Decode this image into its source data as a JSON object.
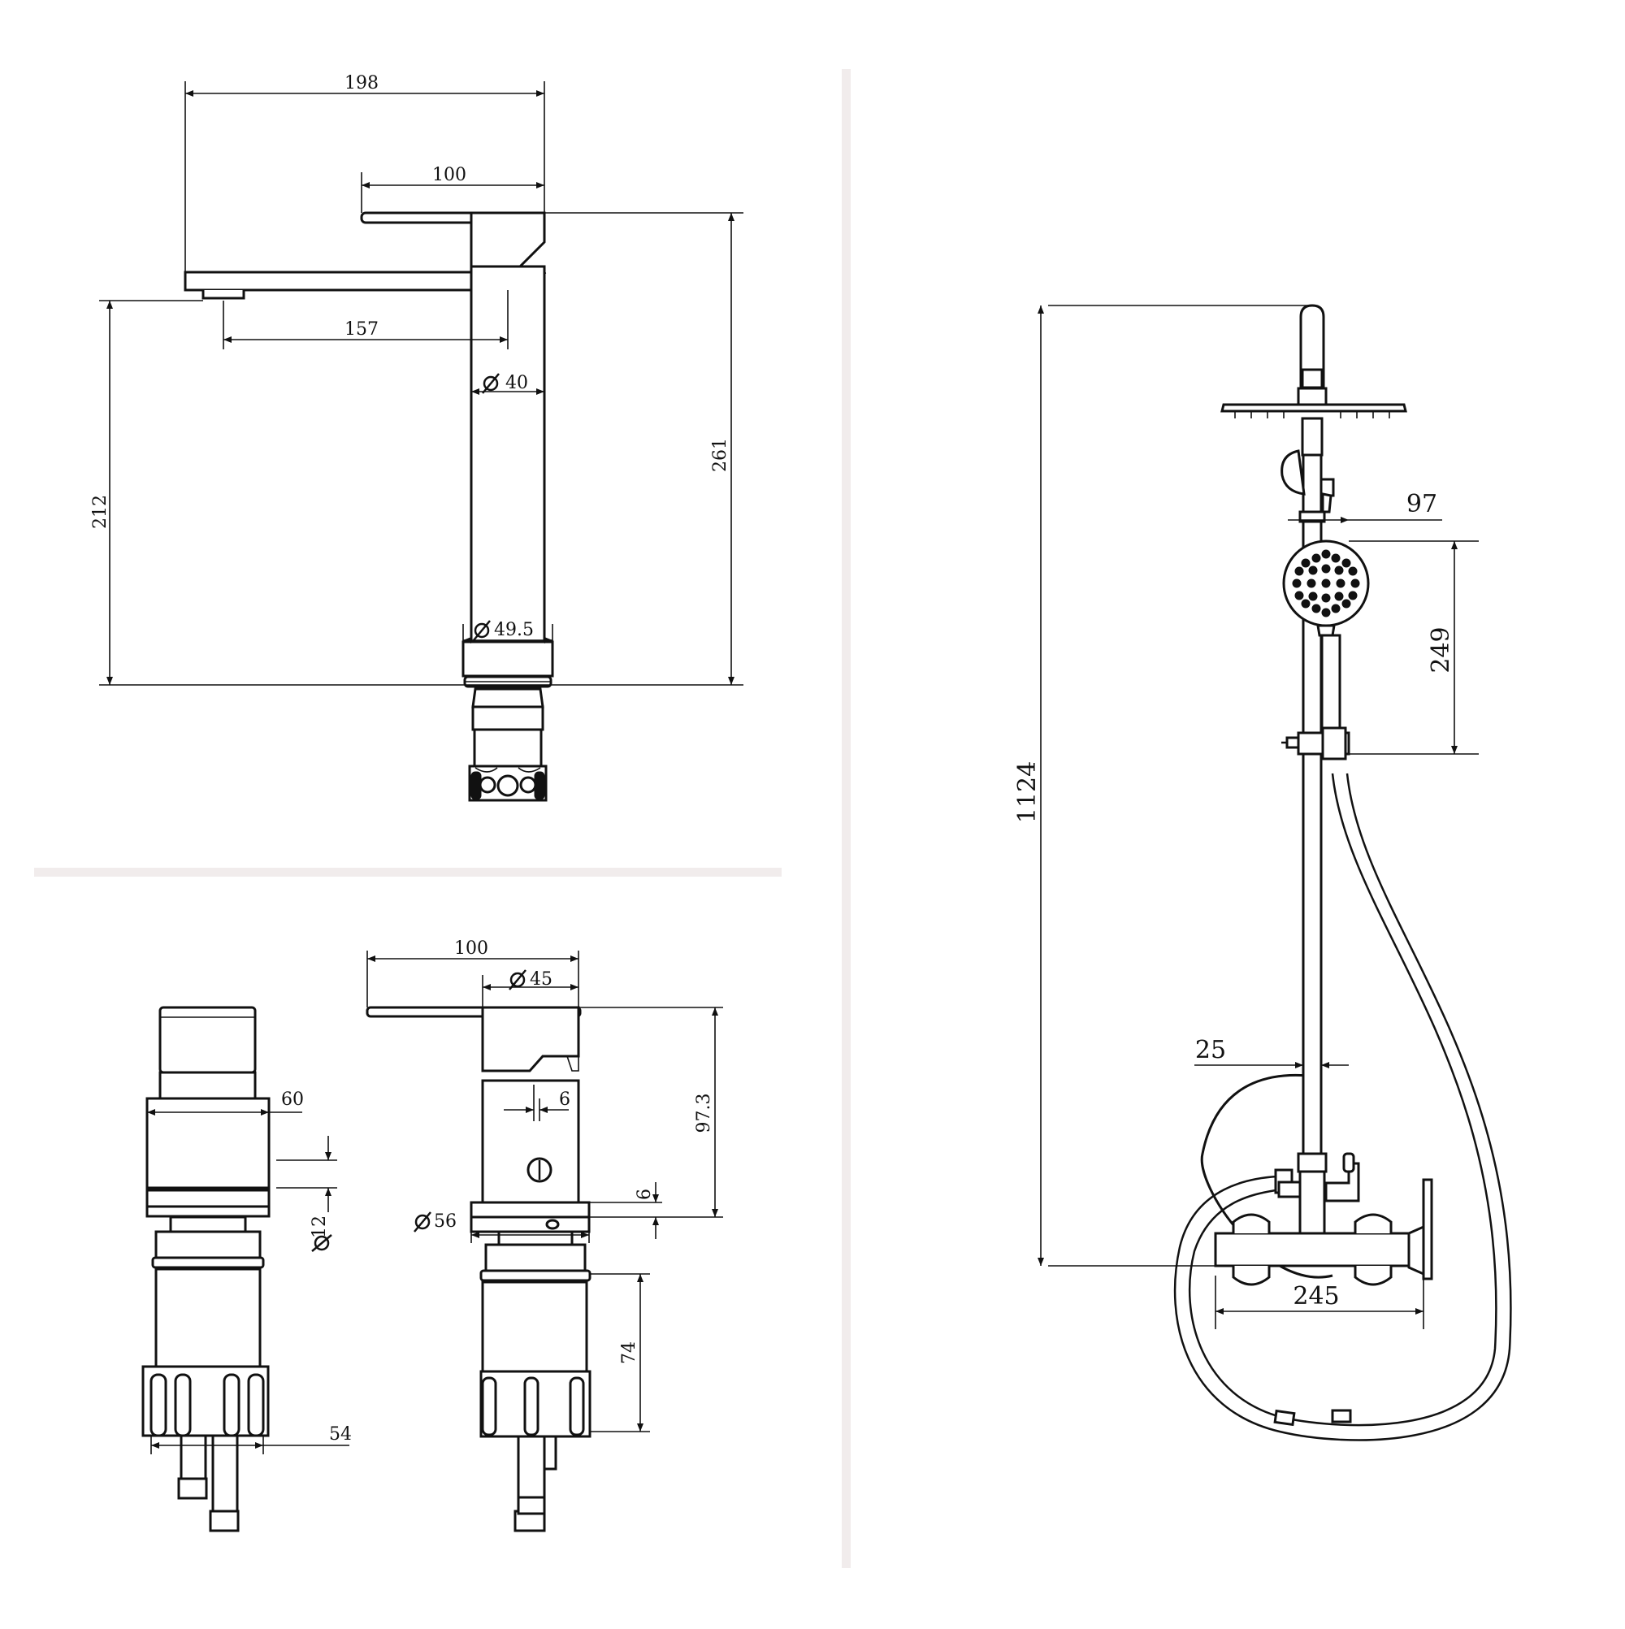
{
  "drawings": {
    "tall_basin_faucet": {
      "dims": {
        "overall_length": "198",
        "handle_length": "100",
        "spout_reach": "157",
        "body_diameter": "40",
        "base_diameter": "49.5",
        "spout_height": "212",
        "total_height": "261"
      }
    },
    "short_faucet_side": {
      "dims": {
        "body_width": "60",
        "pipe_diameter": "12",
        "tail_spacing": "54"
      }
    },
    "short_faucet_front": {
      "dims": {
        "handle_length": "100",
        "cartridge_diameter": "45",
        "hole_offset": "6",
        "body_height": "97.3",
        "flange_thickness": "6",
        "base_diameter": "56",
        "tail_length": "74"
      }
    },
    "shower_column": {
      "dims": {
        "total_height": "1124",
        "handshower_offset": "97",
        "handshower_height": "249",
        "rail_diameter": "25",
        "mixer_width": "245"
      }
    }
  },
  "colors": {
    "line": "#111111",
    "divider": "#f1ecec",
    "background": "#ffffff"
  }
}
